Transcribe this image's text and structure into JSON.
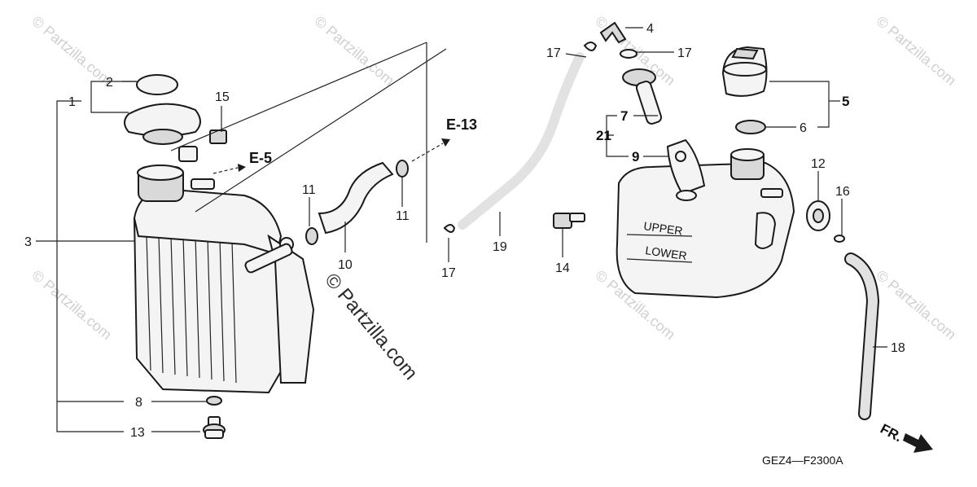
{
  "labels": {
    "c1": "1",
    "c2": "2",
    "c3": "3",
    "c4": "4",
    "c5": "5",
    "c6": "6",
    "c7": "7",
    "c8": "8",
    "c9": "9",
    "c10": "10",
    "c11a": "11",
    "c11b": "11",
    "c12": "12",
    "c13": "13",
    "c14": "14",
    "c15": "15",
    "c16": "16",
    "c17a": "17",
    "c17b": "17",
    "c17c": "17",
    "c18": "18",
    "c19": "19",
    "c21": "21"
  },
  "refs": {
    "e5": "E-5",
    "e13": "E-13",
    "fr": "FR."
  },
  "tank_text": {
    "upper": "UPPER",
    "lower": "LOWER"
  },
  "diagram_code": "GEZ4—F2300A",
  "watermark": {
    "main": "© Partzilla.com",
    "small": "© Partzilla.com"
  },
  "colors": {
    "line": "#1a1a1a",
    "watermark": "#d0d0d0",
    "background": "#ffffff"
  }
}
